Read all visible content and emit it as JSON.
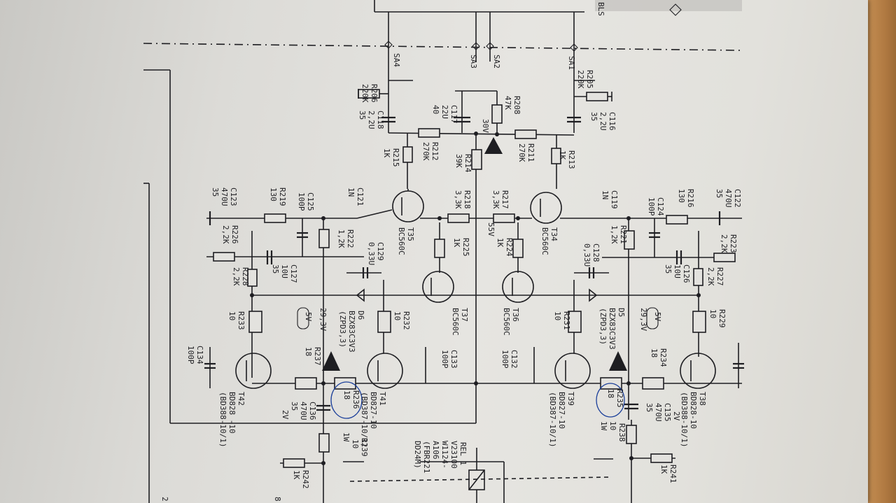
{
  "labels": {
    "sa4": "SA4",
    "sa3": "SA3",
    "sa2": "SA2",
    "sa1": "SA1",
    "r206": "R206",
    "r206v": "220K",
    "r205": "R205",
    "r205v": "220K",
    "c118": "C118",
    "c118v": "2,2U",
    "c118vv": "35",
    "c116": "C116",
    "c116v": "2,2U",
    "c116vv": "35",
    "c117": "C117",
    "c117v": "22U",
    "c117vv": "40",
    "r208": "R208",
    "r208v": "47K",
    "v30": "30V",
    "r212": "R212",
    "r212v": "270K",
    "r211": "R211",
    "r211v": "270K",
    "r215": "R215",
    "r215v": "1K",
    "r213": "R213",
    "r213v": "1K",
    "r214": "R214",
    "r214v": "39K",
    "c123": "C123",
    "c123v": "470U",
    "c123vv": "35",
    "r219": "R219",
    "r219v": "130",
    "c125": "C125",
    "c125v": "100P",
    "c121": "C121",
    "c121v": "1N",
    "r218": "R218",
    "r218v": "3,3K",
    "r217": "R217",
    "r217v": "3,3K",
    "c119": "C119",
    "c119v": "1N",
    "c124": "C124",
    "c124v": "100P",
    "r216": "R216",
    "r216v": "130",
    "c122": "C122",
    "c122v": "470U",
    "c122vv": "35",
    "r226": "R226",
    "r226v": "2,2K",
    "r222": "R222",
    "r222v": "1,2K",
    "t35": "T35",
    "t35v": "BC560C",
    "r225": "R225",
    "r225v": "1K",
    "v55": "55V",
    "r224": "R224",
    "r224v": "1K",
    "t34": "T34",
    "t34v": "BC560C",
    "r221": "R221",
    "r221v": "1,2K",
    "r223": "R223",
    "r223v": "2,2K",
    "c127": "C127",
    "c127v": "10U",
    "c127vv": "35",
    "c129": "C129",
    "c129v": "0,33U",
    "c128": "C128",
    "c128v": "0,33U",
    "c126": "C126",
    "c126v": "10U",
    "c126vv": "35",
    "r228": "R228",
    "r228v": "2,2K",
    "r227": "R227",
    "r227v": "2,2K",
    "t37": "T37",
    "t37v": "BC560C",
    "t36": "T36",
    "t36v": "BC560C",
    "d6": "D6",
    "d6v": "BZX83C3V3",
    "d6vv": "(ZPD3,3)",
    "d5": "D5",
    "d5v": "BZX83C3V3",
    "d5vv": "(ZPD3,3)",
    "r233": "R233",
    "r233v": "10",
    "v5l": "5V",
    "v293l": "29,3V",
    "r232": "R232",
    "r232v": "10",
    "r231": "R231",
    "r231v": "10",
    "v5r": "5V",
    "v293r": "29,3V",
    "r229": "R229",
    "r229v": "10",
    "c134": "C134",
    "c134v": "100P",
    "r237": "R237",
    "r237v": "18",
    "c133": "C133",
    "c133v": "100P",
    "c132": "C132",
    "c132v": "100P",
    "r234": "R234",
    "r234v": "18",
    "r236": "R236",
    "r236v": "18",
    "r235": "R235",
    "r235v": "18",
    "t42": "T42",
    "t42v": "BD828 -10",
    "t42vv": "(BD388-10/1)",
    "t41": "T41",
    "t41v": "BD827-10",
    "t41vv": "(BD387-10/1)",
    "t39": "T39",
    "t39v": "BD827-10",
    "t39vv": "(BD387-10/1)",
    "t38": "T38",
    "t38v": "BD828-10",
    "t38vv": "(BD388-10/1)",
    "c136": "C136",
    "c136v": "470U",
    "c136vv": "35",
    "c136vvv": "2V",
    "c135": "C135",
    "c135v": "470U",
    "c135vv": "35",
    "c135vvv": "2V",
    "r239": "R239",
    "r239v": "10",
    "r239vv": "1W",
    "r238": "R238",
    "r238v": "10",
    "r238vv": "1W",
    "rel1": "REL 1",
    "rel1v": "V23100",
    "rel1vv": "W1124-",
    "rel1vvv": "A106",
    "rel1vvvv": "(FBR221",
    "rel1vvvvv": "DD24M)",
    "r242": "R242",
    "r242v": "1K",
    "r241": "R241",
    "r241v": "1K",
    "corner": "BLS",
    "edge2": "2",
    "edge8": "8"
  }
}
